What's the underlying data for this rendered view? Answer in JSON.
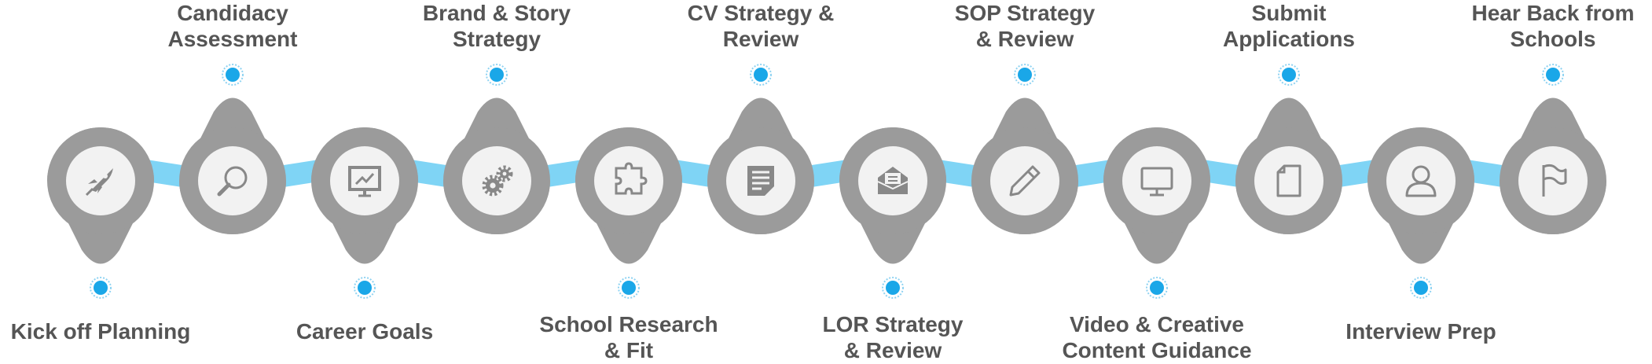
{
  "diagram": {
    "colors": {
      "band": "#7fd4f5",
      "pin": "#9b9b9b",
      "disc": "#f2f2f2",
      "icon": "#888888",
      "dot": "#1aa7e8",
      "dot_ring": "#8fd3f2",
      "text": "#555555"
    },
    "steps": [
      {
        "label": [
          "Kick off Planning"
        ],
        "pin": "down",
        "icon": "rocket-icon"
      },
      {
        "label": [
          "Candidacy",
          "Assessment"
        ],
        "pin": "up",
        "icon": "magnifier-icon"
      },
      {
        "label": [
          "Career Goals"
        ],
        "pin": "down",
        "icon": "chart-board-icon"
      },
      {
        "label": [
          "Brand & Story",
          "Strategy"
        ],
        "pin": "up",
        "icon": "gears-icon"
      },
      {
        "label": [
          "School Research",
          "& Fit"
        ],
        "pin": "down",
        "icon": "puzzle-icon"
      },
      {
        "label": [
          "CV Strategy &",
          "Review"
        ],
        "pin": "up",
        "icon": "document-icon"
      },
      {
        "label": [
          "LOR Strategy",
          "& Review"
        ],
        "pin": "down",
        "icon": "envelope-icon"
      },
      {
        "label": [
          "SOP Strategy",
          "& Review"
        ],
        "pin": "up",
        "icon": "pencil-icon"
      },
      {
        "label": [
          "Video & Creative",
          "Content Guidance"
        ],
        "pin": "down",
        "icon": "monitor-icon"
      },
      {
        "label": [
          "Submit",
          "Applications"
        ],
        "pin": "up",
        "icon": "file-icon"
      },
      {
        "label": [
          "Interview Prep"
        ],
        "pin": "down",
        "icon": "person-icon"
      },
      {
        "label": [
          "Hear Back from",
          "Schools"
        ],
        "pin": "up",
        "icon": "flag-icon"
      }
    ]
  }
}
